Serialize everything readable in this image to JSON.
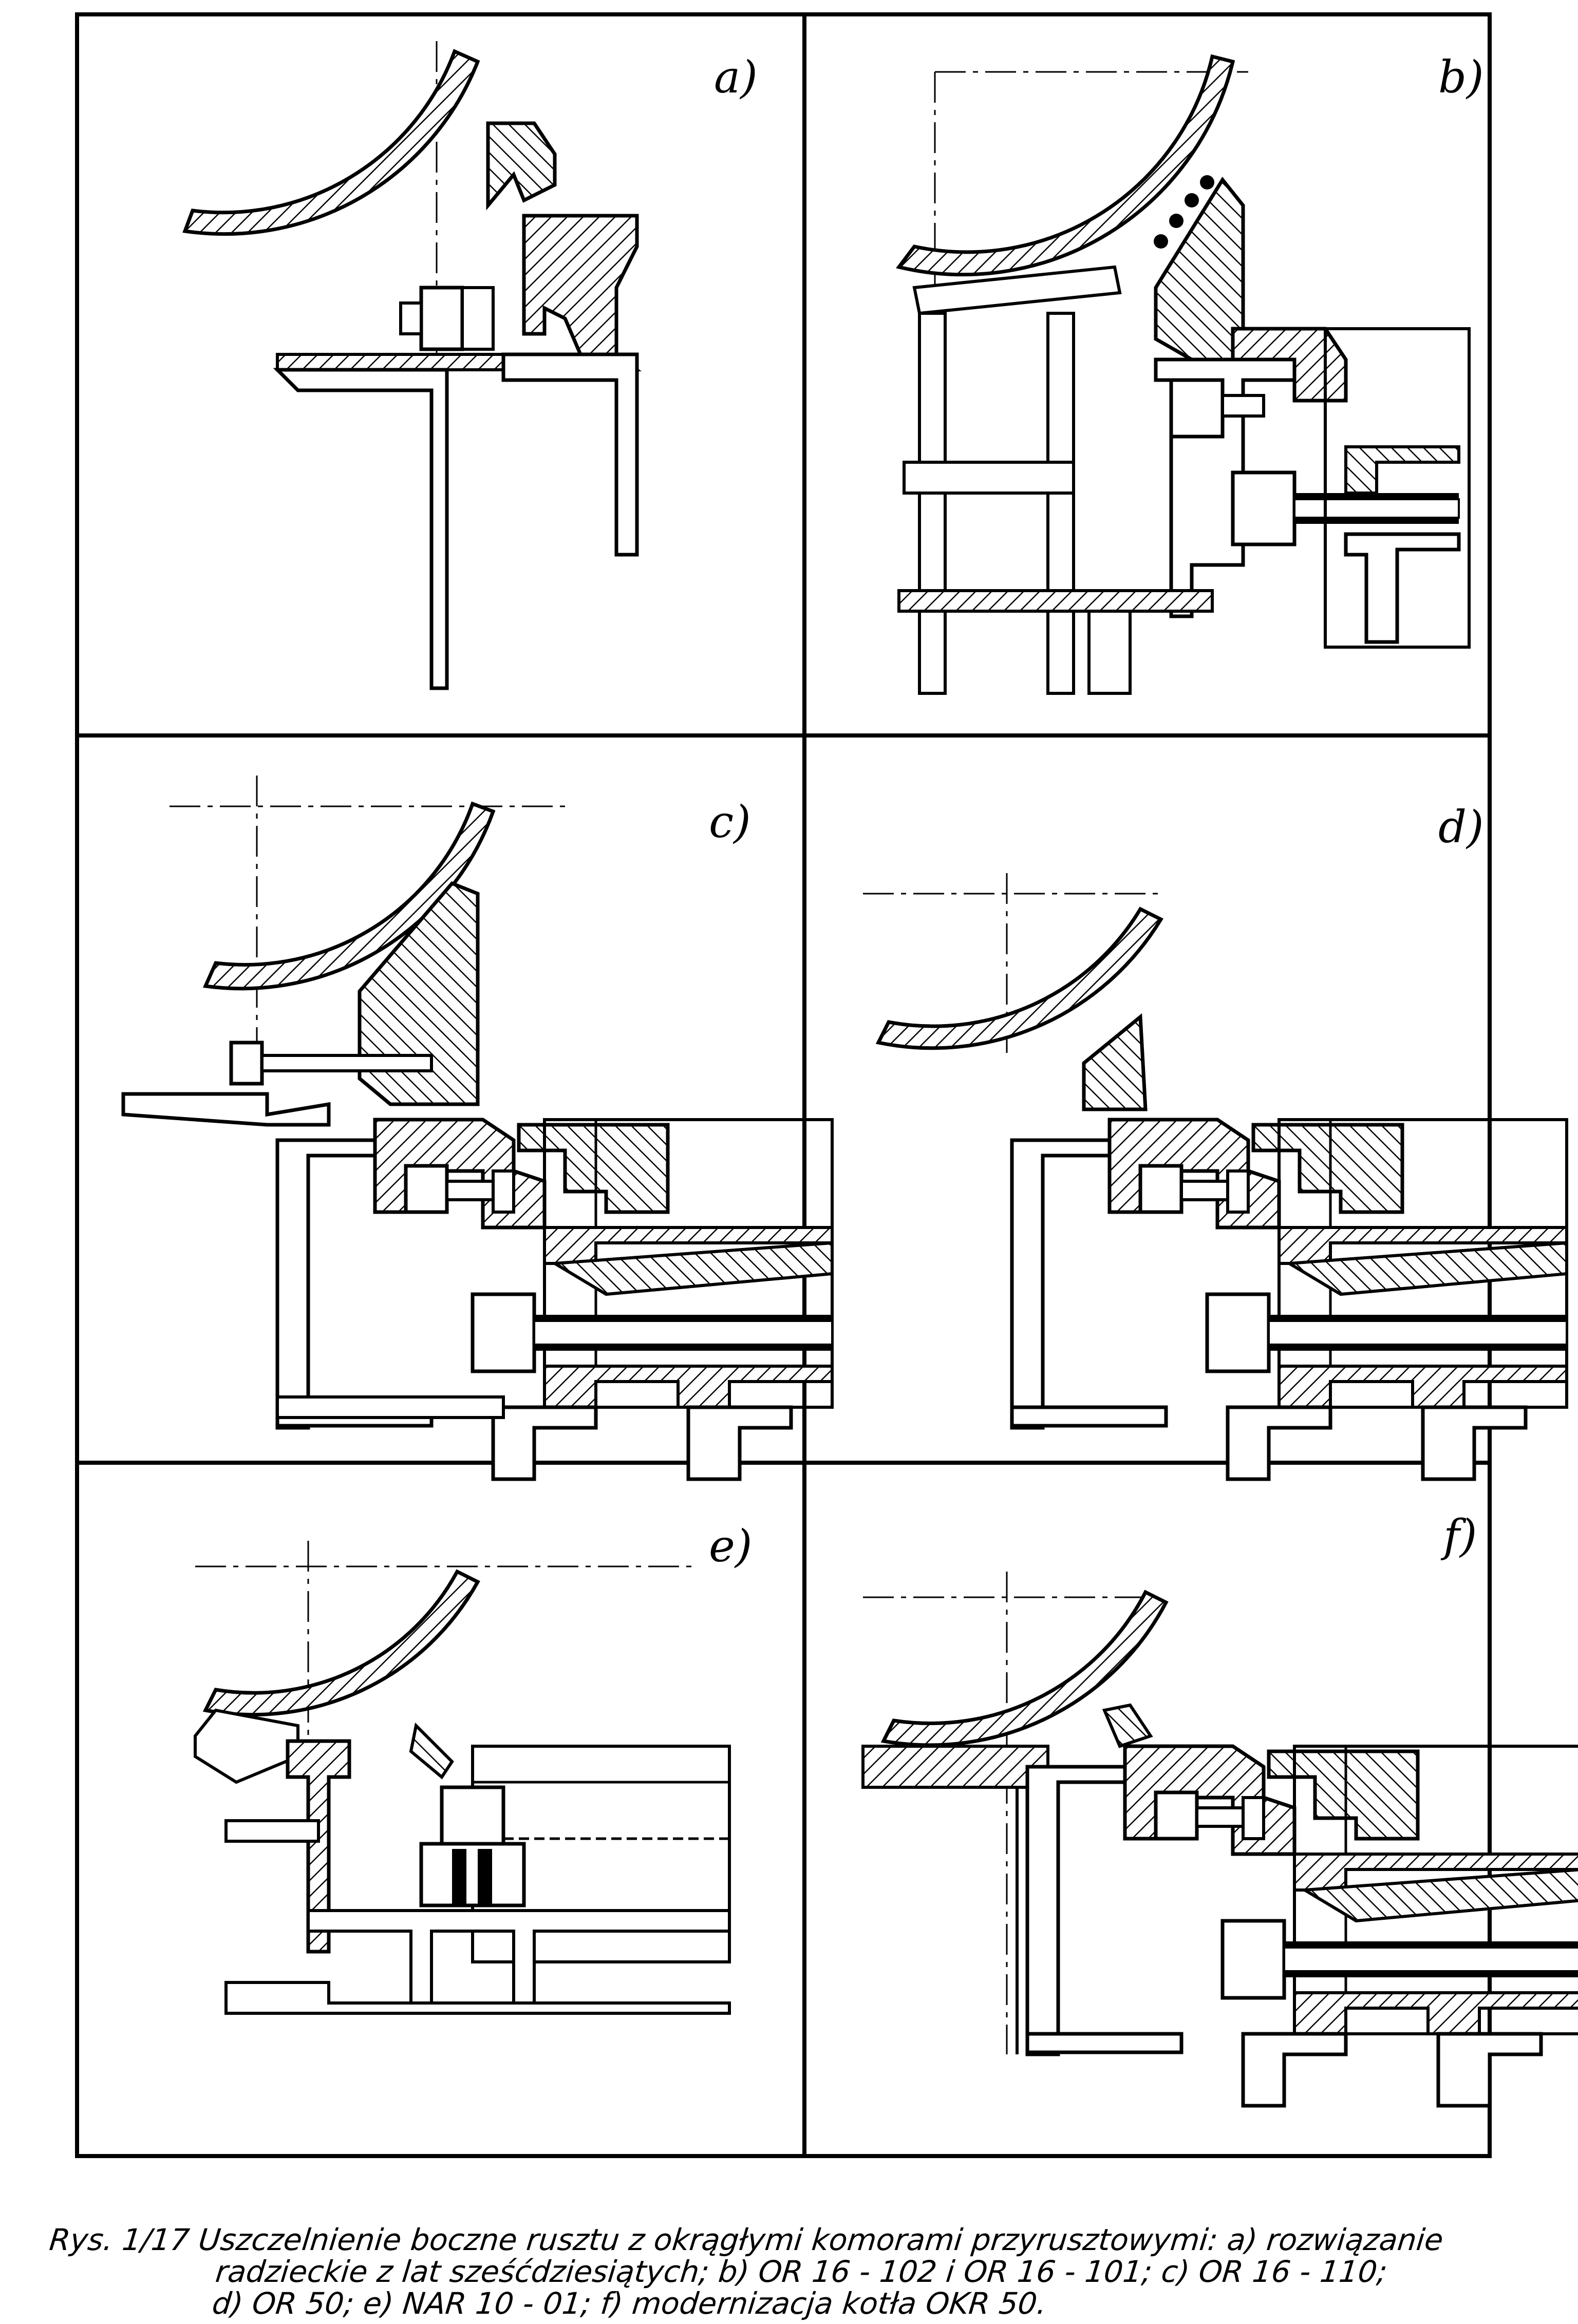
{
  "figure": {
    "panels": [
      {
        "label": "a)"
      },
      {
        "label": "b)"
      },
      {
        "label": "c)"
      },
      {
        "label": "d)"
      },
      {
        "label": "e)"
      },
      {
        "label": "f)"
      }
    ],
    "caption_lines": [
      "Rys. 1/17 Uszczelnienie boczne rusztu z okrągłymi komorami przyrusztowymi: a) rozwiązanie",
      "radzieckie z lat sześćdziesiątych; b) OR 16 - 102 i OR 16 - 101; c) OR 16 - 110;",
      "d) OR 50; e) NAR 10 - 01; f) modernizacja kotła OKR 50."
    ]
  }
}
